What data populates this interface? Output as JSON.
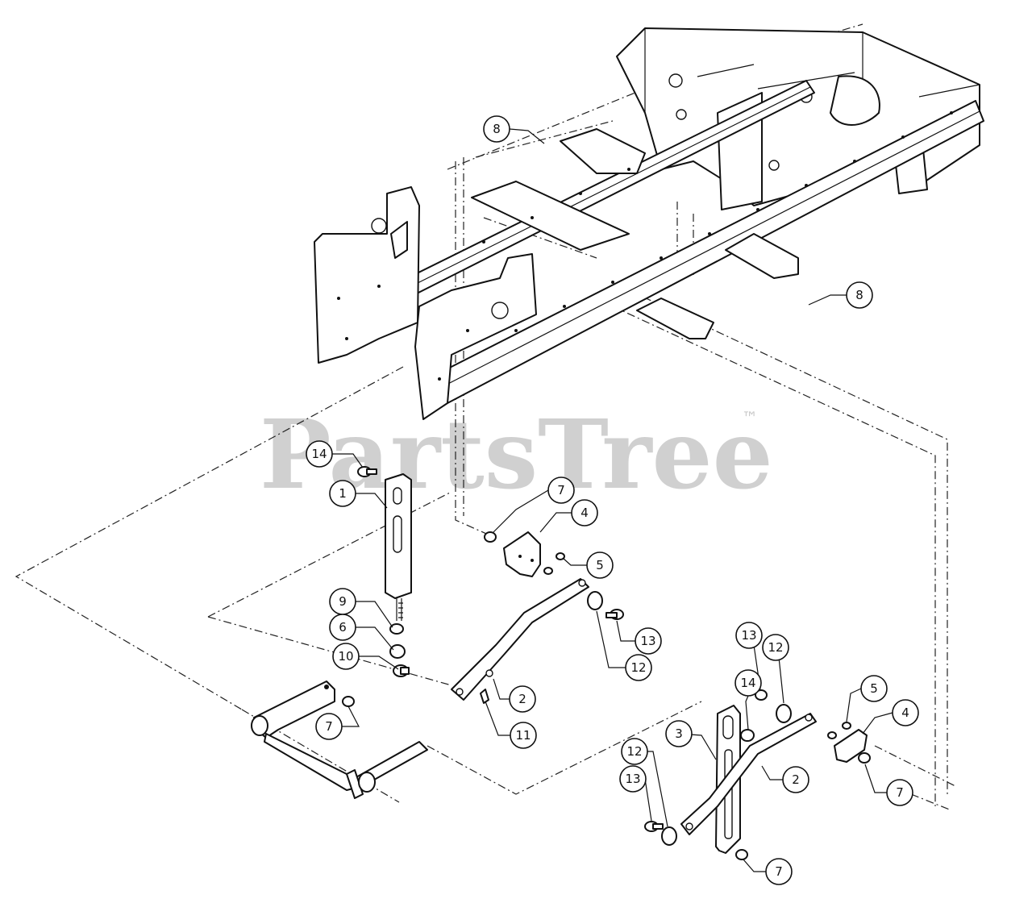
{
  "watermark": {
    "brand": "PartsTree",
    "trademark": "™"
  },
  "callouts": [
    {
      "id": "c8a",
      "label": "8"
    },
    {
      "id": "c8b",
      "label": "8"
    },
    {
      "id": "c14a",
      "label": "14"
    },
    {
      "id": "c1",
      "label": "1"
    },
    {
      "id": "c7a",
      "label": "7"
    },
    {
      "id": "c4a",
      "label": "4"
    },
    {
      "id": "c5a",
      "label": "5"
    },
    {
      "id": "c9",
      "label": "9"
    },
    {
      "id": "c6",
      "label": "6"
    },
    {
      "id": "c10",
      "label": "10"
    },
    {
      "id": "c13a",
      "label": "13"
    },
    {
      "id": "c12a",
      "label": "12"
    },
    {
      "id": "c2a",
      "label": "2"
    },
    {
      "id": "c11",
      "label": "11"
    },
    {
      "id": "c7b",
      "label": "7"
    },
    {
      "id": "c13b",
      "label": "13"
    },
    {
      "id": "c12b",
      "label": "12"
    },
    {
      "id": "c14b",
      "label": "14"
    },
    {
      "id": "c5b",
      "label": "5"
    },
    {
      "id": "c4b",
      "label": "4"
    },
    {
      "id": "c3",
      "label": "3"
    },
    {
      "id": "c12c",
      "label": "12"
    },
    {
      "id": "c13c",
      "label": "13"
    },
    {
      "id": "c2b",
      "label": "2"
    },
    {
      "id": "c7c",
      "label": "7"
    },
    {
      "id": "c7d",
      "label": "7"
    }
  ]
}
